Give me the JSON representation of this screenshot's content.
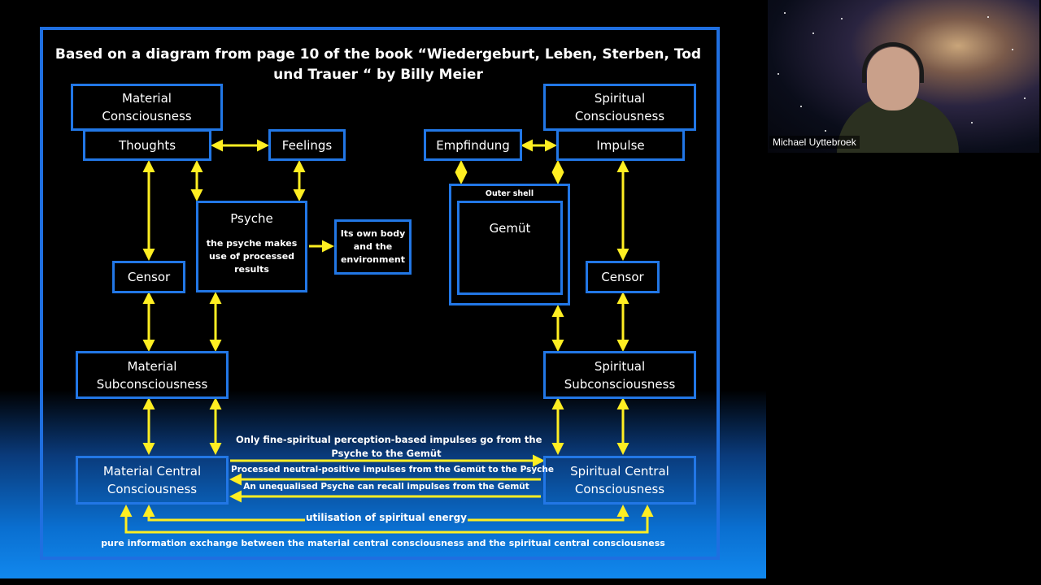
{
  "slide": {
    "title_line1": "Based on a diagram from page 10 of the book “Wiedergeburt, Leben, Sterben, Tod",
    "title_line2": "und Trauer “ by Billy Meier"
  },
  "boxes": {
    "material_consciousness": "Material\nConsciousness",
    "thoughts": "Thoughts",
    "feelings": "Feelings",
    "psyche": "Psyche",
    "psyche_desc": "the psyche makes\nuse of processed\nresults",
    "own_body": "Its own body\nand the\nenvironment",
    "censor_left": "Censor",
    "material_subconsciousness": "Material\nSubconsciousness",
    "material_central": "Material Central\nConsciousness",
    "spiritual_consciousness": "Spiritual\nConsciousness",
    "empfindung": "Empfindung",
    "impulse": "Impulse",
    "outer_shell": "Outer shell",
    "gemuet": "Gemüt",
    "censor_right": "Censor",
    "spiritual_subconsciousness": "Spiritual\nSubconsciousness",
    "spiritual_central": "Spiritual Central\nConsciousness"
  },
  "labels": {
    "fine_spiritual_1": "Only fine-spiritual perception-based impulses go from the",
    "fine_spiritual_2": "Psyche to the Gemüt",
    "processed_neutral": "Processed neutral-positive impulses from the Gemüt to the Psyche",
    "unequalised": "An unequalised Psyche can recall impulses from the  Gemüt",
    "utilisation": "utilisation of spiritual energy",
    "pure_information": "pure information exchange between the material central consciousness and the spiritual central consciousness"
  },
  "colors": {
    "box_border": "#2277e6",
    "arrow": "#ffee22",
    "text": "#ffffff"
  },
  "participant": {
    "name": "Michael Uyttebroek"
  }
}
